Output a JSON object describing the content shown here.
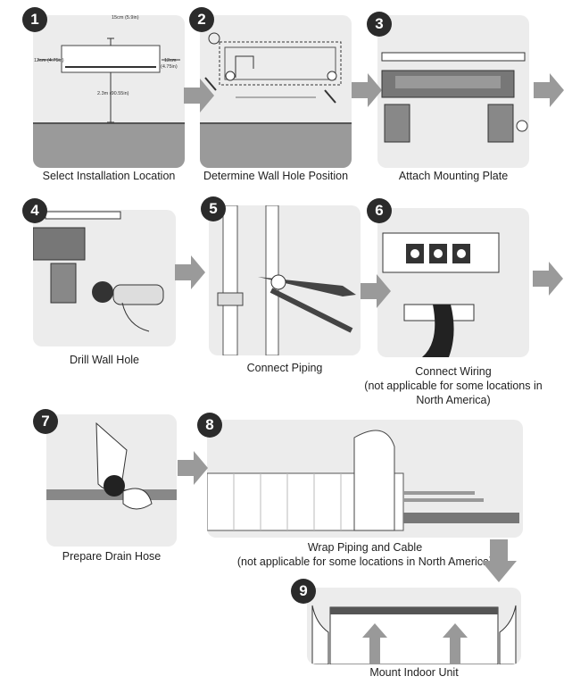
{
  "steps": [
    {
      "number": "1",
      "caption": "Select Installation Location"
    },
    {
      "number": "2",
      "caption": "Determine Wall Hole Position"
    },
    {
      "number": "3",
      "caption": "Attach Mounting Plate"
    },
    {
      "number": "4",
      "caption": "Drill Wall Hole"
    },
    {
      "number": "5",
      "caption": "Connect Piping"
    },
    {
      "number": "6",
      "caption": "Connect Wiring",
      "note": "(not applicable for some locations in",
      "note2": "North America)"
    },
    {
      "number": "7",
      "caption": "Prepare Drain Hose"
    },
    {
      "number": "8",
      "caption": "Wrap Piping and Cable",
      "note": "(not applicable for some locations in North America)"
    },
    {
      "number": "9",
      "caption": "Mount Indoor Unit"
    }
  ],
  "dimensions": {
    "top": "15cm (5.9in)",
    "left": "12cm (4.75in)",
    "right": "12cm",
    "right2": "(4.75in)",
    "floor": "2.3m (90.55in)"
  },
  "colors": {
    "panel": "#ececec",
    "arrow": "#9a9a9a",
    "badge": "#2b2b2b"
  }
}
